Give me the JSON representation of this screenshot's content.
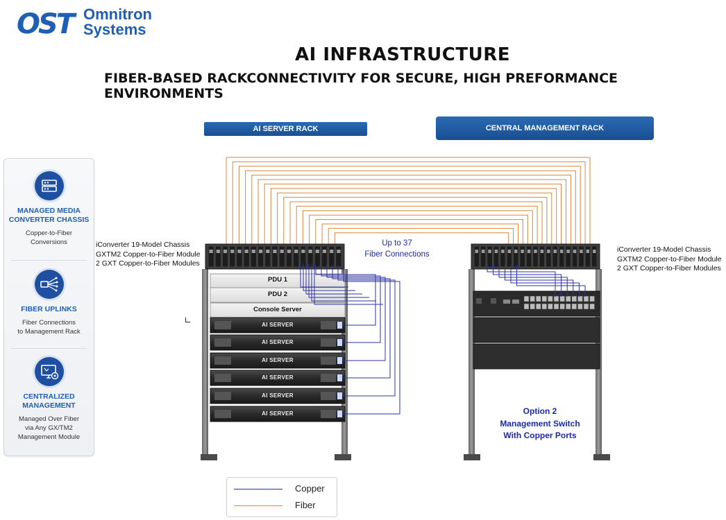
{
  "logo": {
    "mark": "OST",
    "company_line1": "Omnitron",
    "company_line2": "Systems"
  },
  "title": "AI INFRASTRUCTURE",
  "subtitle": "FIBER-BASED RACKCONNECTIVITY FOR SECURE, HIGH PREFORMANCE ENVIRONMENTS",
  "racks": {
    "ai": {
      "header": "AI SERVER RACK"
    },
    "central": {
      "header": "CENTRAL MANAGEMENT RACK"
    }
  },
  "features": [
    {
      "icon": "media-converter-icon",
      "name_line1": "MANAGED MEDIA",
      "name_line2": "CONVERTER CHASSIS",
      "desc_line1": "Copper-to-Fiber",
      "desc_line2": "Conversions",
      "desc_line3": ""
    },
    {
      "icon": "fiber-uplink-icon",
      "name_line1": "FIBER UPLINKS",
      "name_line2": "",
      "desc_line1": "Fiber Connections",
      "desc_line2": "to Management Rack",
      "desc_line3": ""
    },
    {
      "icon": "management-monitor-icon",
      "name_line1": "CENTRALIZED",
      "name_line2": "MANAGEMENT",
      "desc_line1": "Managed Over Fiber",
      "desc_line2": "via Any GX/TM2",
      "desc_line3": "Management Module"
    }
  ],
  "chassis_notes": {
    "left": [
      "iConverter 19-Model Chassis",
      "GXTM2 Copper-to-Fiber Module",
      "2 GXT Copper-to-Fiber Modules"
    ],
    "right": [
      "iConverter 19-Model Chassis",
      "GXTM2 Copper-to-Fiber Module",
      "2 GXT Copper-to-Fiber Modules"
    ]
  },
  "units": {
    "pdu1": "PDU 1",
    "pdu2": "PDU 2",
    "console": "Console Server"
  },
  "servers": [
    "AI SERVER",
    "AI SERVER",
    "AI SERVER",
    "AI SERVER",
    "AI SERVER",
    "AI SERVER"
  ],
  "fiber_note": {
    "line1": "Up to 37",
    "line2": "Fiber Connections"
  },
  "option_note": {
    "line1": "Option 2",
    "line2": "Management Switch",
    "line3": "With Copper Ports"
  },
  "legend": {
    "copper": "Copper",
    "fiber": "Fiber"
  },
  "colors": {
    "copper": "#2b2fa3",
    "fiber": "#d9873a",
    "brand": "#1e5fb3"
  }
}
